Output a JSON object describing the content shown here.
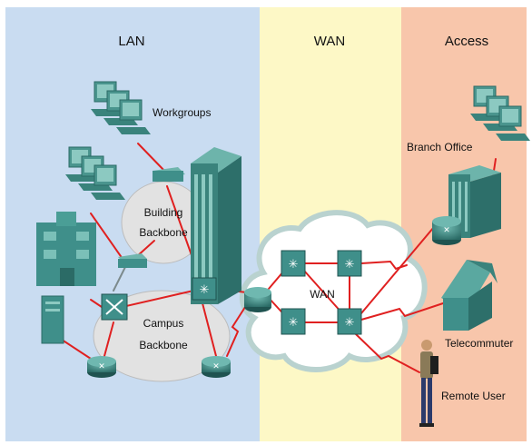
{
  "zones": {
    "lan": {
      "title": "LAN",
      "color": "#c9dcf1"
    },
    "wan": {
      "title": "WAN",
      "color": "#fdf8c6"
    },
    "access": {
      "title": "Access",
      "color": "#f8c6ab"
    }
  },
  "labels": {
    "workgroups": "Workgroups",
    "building_backbone_1": "Building",
    "building_backbone_2": "Backbone",
    "campus_backbone_1": "Campus",
    "campus_backbone_2": "Backbone",
    "wan_cloud": "WAN",
    "branch_office": "Branch Office",
    "telecommuter": "Telecommuter",
    "remote_user": "Remote User"
  },
  "colors": {
    "device_teal": "#3f8f8a",
    "device_dark": "#2b6b66",
    "link_red": "#e02020",
    "link_gray": "#7c8a8c",
    "backbone_ellipse": "#e2e2e2",
    "cloud_fill": "#ffffff",
    "cloud_edge": "#b9d2cf"
  }
}
